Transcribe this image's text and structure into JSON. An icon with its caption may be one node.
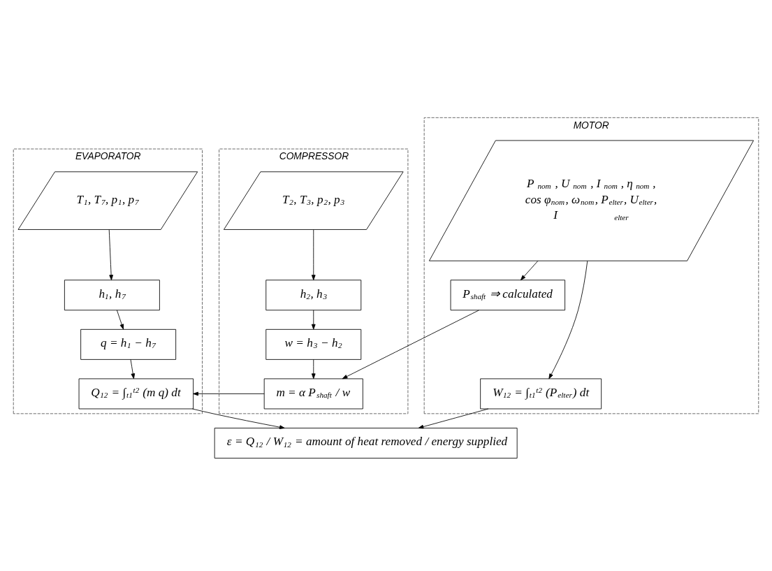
{
  "diagram": {
    "nodes": [
      {
        "text": [
          "EVAPORATOR"
        ]
      },
      {
        "text": [
          "T$_{1}$, T$_{7}$, p$_{1}$, p$_{7}$"
        ],
        "in": 0
      },
      {
        "text": [
          "h$_{1}$, h$_{7}$"
        ],
        "in": 0
      },
      {
        "text": [
          "q = h$_{1}$ − h$_{7}$"
        ],
        "in": 0
      },
      {
        "text": [
          "Q$_{12}$ = ∫$_{t1}$$^{t2}$ (m q) dt"
        ],
        "in": 0
      },
      {
        "text": [
          "COMPRESSOR"
        ]
      },
      {
        "text": [
          "T$_{2}$, T$_{3}$, p$_{2}$, p$_{3}$"
        ],
        "in": 5
      },
      {
        "text": [
          "h$_{2}$, h$_{3}$"
        ],
        "in": 5
      },
      {
        "text": [
          "w = h$_{3}$ − h$_{2}$"
        ],
        "in": 5
      },
      {
        "text": [
          "m = α P$_{shaft}$ / w"
        ],
        "in": 5
      },
      {
        "text": [
          "MOTOR"
        ]
      },
      {
        "text": [
          "P$_{nom}$, U$_{nom}$, I$_{nom}$, η$_{nom}$, cos φ$_{nom}$, ω$_{nom}$, P$_{elter}$, U$_{elter}$, I$_{elter}$"
        ],
        "in": 10
      },
      {
        "text": [
          "P$_{shaft}$ ⇒ calculated"
        ],
        "in": 10
      },
      {
        "text": [
          "W$_{12}$ = ∫$_{t1}$$^{t2}$ (P$_{elter}$) dt"
        ],
        "in": 10
      },
      {
        "text": [
          "ε = Q$_{12}$ / W$_{12}$ = amount of heat removed / energy supplied"
        ]
      }
    ],
    "edges": [
      {
        "from": 1,
        "to": 2,
        "arrow": "to"
      },
      {
        "from": 2,
        "to": 3,
        "arrow": "to"
      },
      {
        "from": 3,
        "to": 4,
        "arrow": "to"
      },
      {
        "from": 6,
        "to": 7,
        "arrow": "to"
      },
      {
        "from": 7,
        "to": 8,
        "arrow": "to"
      },
      {
        "from": 8,
        "to": 9,
        "arrow": "to"
      },
      {
        "from": 9,
        "to": 4,
        "arrow": "to"
      },
      {
        "from": 11,
        "to": 12,
        "arrow": "to"
      },
      {
        "from": 12,
        "to": 9,
        "arrow": "to"
      },
      {
        "from": 11,
        "to": 13,
        "arrow": "to"
      },
      {
        "from": 4,
        "to": 14,
        "arrow": "to"
      },
      {
        "from": 13,
        "to": 14,
        "arrow": "to"
      }
    ]
  }
}
